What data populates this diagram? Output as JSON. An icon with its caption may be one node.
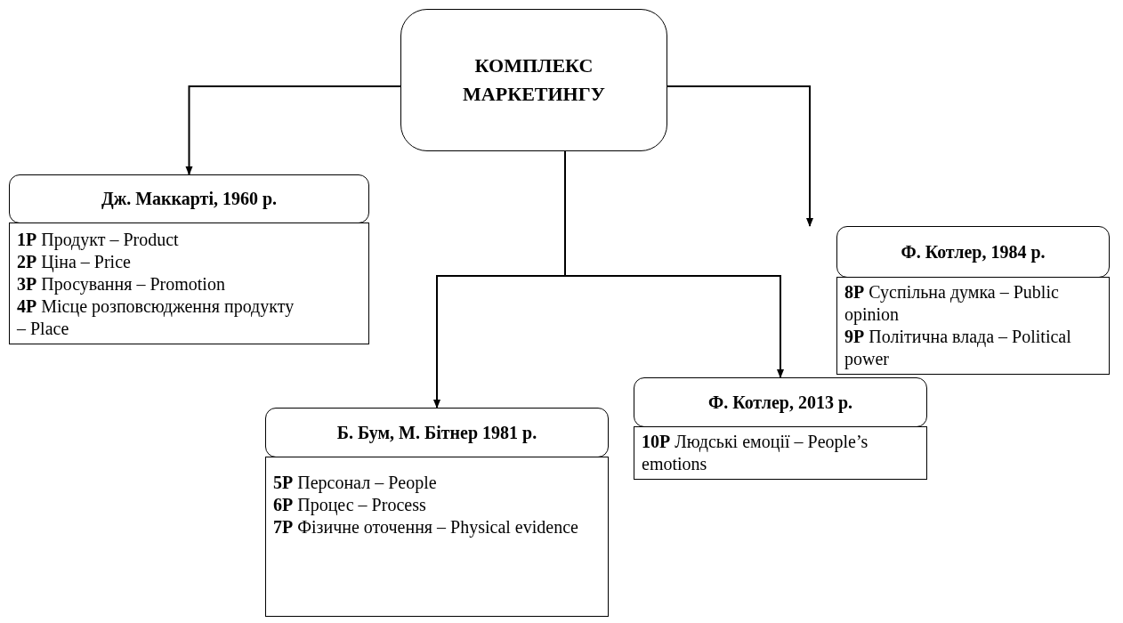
{
  "diagram": {
    "nodes": [
      {
        "text": [
          "КОМПЛЕКС МАРКЕТИНГУ"
        ]
      },
      {
        "text": [
          "Дж. Маккарті, 1960 р."
        ]
      },
      {
        "text": [
          "**1P** Продукт – Product",
          "**2P** Ціна – Price",
          "**3P** Просування – Promotion",
          "**4P** Місце розповсюдження продукту – Place"
        ]
      },
      {
        "text": [
          "Ф. Котлер, 1984 р."
        ]
      },
      {
        "text": [
          "**8P** Суспільна думка – Public opinion",
          "**9P** Політична влада – Political power"
        ]
      },
      {
        "text": [
          "Б. Бум, М. Бітнер 1981 р."
        ]
      },
      {
        "text": [
          "**5P** Персонал – People",
          "**6P** Процес – Process",
          "**7P** Фізичне оточення – Physical evidence"
        ]
      },
      {
        "text": [
          "Ф. Котлер, 2013 р."
        ]
      },
      {
        "text": [
          "**10P** Людські емоції – People’s emotions"
        ]
      }
    ],
    "edges": [
      {
        "from": 0,
        "to": 1,
        "arrow": "to"
      },
      {
        "from": 0,
        "to": 3,
        "arrow": "to"
      },
      {
        "from": 0,
        "to": 5,
        "arrow": "to"
      },
      {
        "from": 0,
        "to": 7,
        "arrow": "to"
      }
    ]
  }
}
